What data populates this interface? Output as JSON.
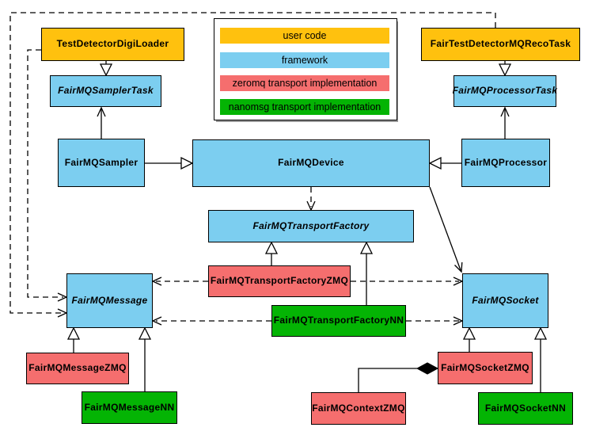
{
  "diagram": {
    "kind": "uml-class-diagram",
    "colors": {
      "user_code": "#FFC10E",
      "framework": "#7CCEF0",
      "zeromq": "#F56E6E",
      "nanomsg": "#04B404",
      "border": "#000000",
      "background": "#FFFFFF"
    },
    "legend": {
      "items": [
        {
          "label": "user code"
        },
        {
          "label": "framework"
        },
        {
          "label": "zeromq transport implementation"
        },
        {
          "label": "nanomsg transport implementation"
        }
      ]
    },
    "nodes": {
      "test_detector_digi_loader": {
        "label": "TestDetectorDigiLoader",
        "category": "user code",
        "abstract": false
      },
      "fair_test_detector_mq_reco_task": {
        "label": "FairTestDetectorMQRecoTask",
        "category": "user code",
        "abstract": false
      },
      "fair_mq_sampler_task": {
        "label": "FairMQSamplerTask",
        "category": "framework",
        "abstract": true
      },
      "fair_mq_processor_task": {
        "label": "FairMQProcessorTask",
        "category": "framework",
        "abstract": true
      },
      "fair_mq_sampler": {
        "label": "FairMQSampler",
        "category": "framework",
        "abstract": false
      },
      "fair_mq_device": {
        "label": "FairMQDevice",
        "category": "framework",
        "abstract": false
      },
      "fair_mq_processor": {
        "label": "FairMQProcessor",
        "category": "framework",
        "abstract": false
      },
      "fair_mq_transport_factory": {
        "label": "FairMQTransportFactory",
        "category": "framework",
        "abstract": true
      },
      "fair_mq_transport_factory_zmq": {
        "label": "FairMQTransportFactoryZMQ",
        "category": "zeromq",
        "abstract": false
      },
      "fair_mq_transport_factory_nn": {
        "label": "FairMQTransportFactoryNN",
        "category": "nanomsg",
        "abstract": false
      },
      "fair_mq_message": {
        "label": "FairMQMessage",
        "category": "framework",
        "abstract": true
      },
      "fair_mq_socket": {
        "label": "FairMQSocket",
        "category": "framework",
        "abstract": true
      },
      "fair_mq_message_zmq": {
        "label": "FairMQMessageZMQ",
        "category": "zeromq",
        "abstract": false
      },
      "fair_mq_message_nn": {
        "label": "FairMQMessageNN",
        "category": "nanomsg",
        "abstract": false
      },
      "fair_mq_context_zmq": {
        "label": "FairMQContextZMQ",
        "category": "zeromq",
        "abstract": false
      },
      "fair_mq_socket_zmq": {
        "label": "FairMQSocketZMQ",
        "category": "zeromq",
        "abstract": false
      },
      "fair_mq_socket_nn": {
        "label": "FairMQSocketNN",
        "category": "nanomsg",
        "abstract": false
      }
    },
    "edges": [
      {
        "from": "TestDetectorDigiLoader",
        "to": "FairMQSamplerTask",
        "type": "inheritance"
      },
      {
        "from": "FairTestDetectorMQRecoTask",
        "to": "FairMQProcessorTask",
        "type": "inheritance"
      },
      {
        "from": "FairMQSampler",
        "to": "FairMQDevice",
        "type": "inheritance"
      },
      {
        "from": "FairMQProcessor",
        "to": "FairMQDevice",
        "type": "inheritance"
      },
      {
        "from": "FairMQSampler",
        "to": "FairMQSamplerTask",
        "type": "association"
      },
      {
        "from": "FairMQProcessor",
        "to": "FairMQProcessorTask",
        "type": "association"
      },
      {
        "from": "FairMQDevice",
        "to": "FairMQTransportFactory",
        "type": "dependency"
      },
      {
        "from": "FairMQDevice",
        "to": "FairMQSocket",
        "type": "association"
      },
      {
        "from": "FairMQTransportFactoryZMQ",
        "to": "FairMQTransportFactory",
        "type": "inheritance"
      },
      {
        "from": "FairMQTransportFactoryNN",
        "to": "FairMQTransportFactory",
        "type": "inheritance"
      },
      {
        "from": "FairMQTransportFactoryZMQ",
        "to": "FairMQMessage",
        "type": "dependency"
      },
      {
        "from": "FairMQTransportFactoryZMQ",
        "to": "FairMQSocket",
        "type": "dependency"
      },
      {
        "from": "FairMQTransportFactoryNN",
        "to": "FairMQMessage",
        "type": "dependency"
      },
      {
        "from": "FairMQTransportFactoryNN",
        "to": "FairMQSocket",
        "type": "dependency"
      },
      {
        "from": "TestDetectorDigiLoader",
        "to": "FairMQMessage",
        "type": "dependency"
      },
      {
        "from": "FairTestDetectorMQRecoTask",
        "to": "FairMQMessage",
        "type": "dependency"
      },
      {
        "from": "FairMQMessageZMQ",
        "to": "FairMQMessage",
        "type": "inheritance"
      },
      {
        "from": "FairMQMessageNN",
        "to": "FairMQMessage",
        "type": "inheritance"
      },
      {
        "from": "FairMQSocketZMQ",
        "to": "FairMQSocket",
        "type": "inheritance"
      },
      {
        "from": "FairMQSocketNN",
        "to": "FairMQSocket",
        "type": "inheritance"
      },
      {
        "from": "FairMQContextZMQ",
        "to": "FairMQSocketZMQ",
        "type": "composition"
      }
    ]
  }
}
